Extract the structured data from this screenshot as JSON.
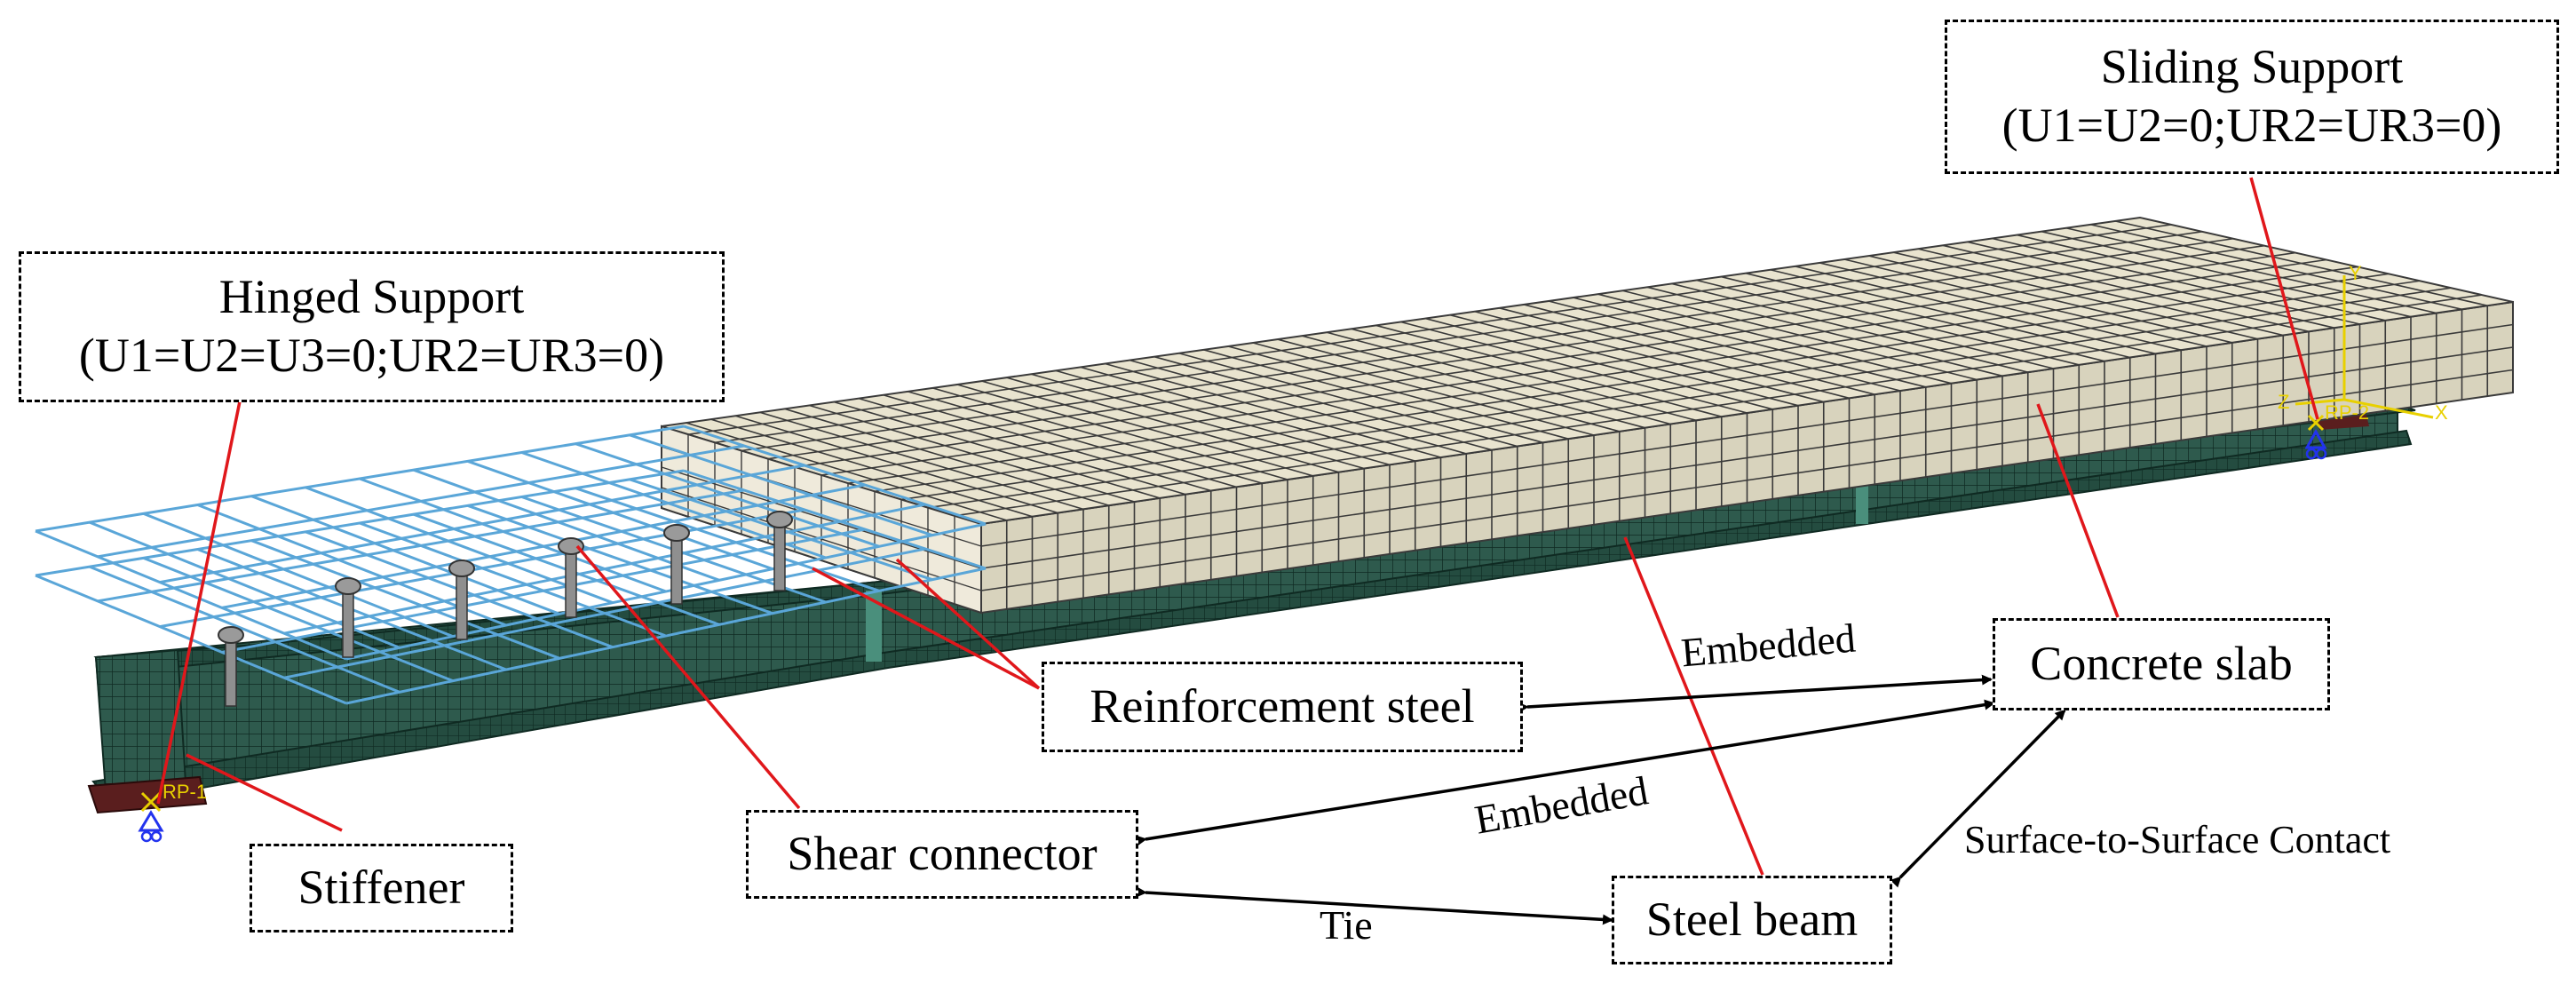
{
  "labels": {
    "hinged_title": "Hinged Support",
    "hinged_bc": "(U1=U2=U3=0;UR2=UR3=0)",
    "sliding_title": "Sliding Support",
    "sliding_bc": "(U1=U2=0;UR2=UR3=0)",
    "reinforcement": "Reinforcement steel",
    "concrete": "Concrete slab",
    "shear": "Shear connector",
    "steel_beam": "Steel beam",
    "stiffener": "Stiffener",
    "embedded_1": "Embedded",
    "embedded_2": "Embedded",
    "tie": "Tie",
    "contact": "Surface-to-Surface Contact",
    "rp_left": "RP-1",
    "rp_right": "RP-2",
    "axis_x": "X",
    "axis_y": "Y",
    "axis_z": "Z"
  },
  "colors": {
    "concrete_top": "#e9e4cf",
    "concrete_side": "#d8d3bd",
    "concrete_grid": "#3a3a3a",
    "steel_web": "#2e5a4d",
    "steel_flange": "#1f4a3c",
    "steel_grid": "#0f2a22",
    "rebar": "#5aa6d8",
    "leader": "#e0171b",
    "arrow": "#000000",
    "support": "#2233ee",
    "plate": "#5a1e1e"
  }
}
